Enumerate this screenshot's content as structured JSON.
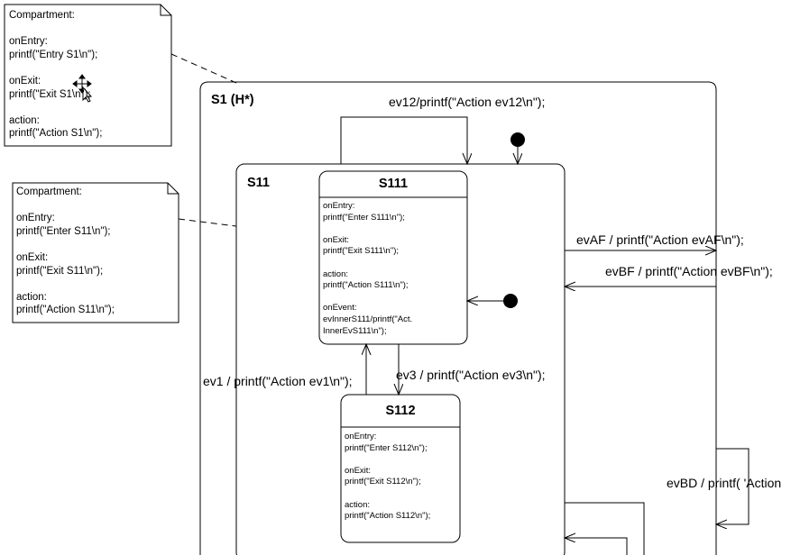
{
  "notes": {
    "s1": "Compartment:\n\nonEntry:\nprintf(\"Entry S1\\n\");\n\nonExit:\nprintf(\"Exit S1\\n\");\n\naction:\nprintf(\"Action S1\\n\");",
    "s11": "Compartment:\n\nonEntry:\nprintf(\"Enter S11\\n\");\n\nonExit:\nprintf(\"Exit S11\\n\");\n\naction:\nprintf(\"Action S11\\n\");"
  },
  "states": {
    "s1": {
      "title": "S1 (H*)"
    },
    "s11": {
      "title": "S11"
    },
    "s111": {
      "title": "S111",
      "body": "onEntry:\nprintf(\"Enter S111\\n\");\n\nonExit:\nprintf(\"Exit S111\\n\");\n\naction:\nprintf(\"Action S111\\n\");\n\nonEvent:\nevInnerS111/printf(\"Act.\nInnerEvS111\\n\");"
    },
    "s112": {
      "title": "S112",
      "body": "onEntry:\nprintf(\"Enter S112\\n\");\n\nonExit:\nprintf(\"Exit S112\\n\");\n\naction:\nprintf(\"Action S112\\n\");"
    }
  },
  "transitions": {
    "ev12": "ev12/printf(\"Action ev12\\n\");",
    "evAF": "evAF / printf(\"Action evAF\\n\");",
    "evBF": "evBF / printf(\"Action evBF\\n\");",
    "ev1": "ev1 / printf(\"Action ev1\\n\");",
    "ev3": "ev3 / printf(\"Action ev3\\n\");",
    "evBD": "evBD / printf( 'Action"
  }
}
